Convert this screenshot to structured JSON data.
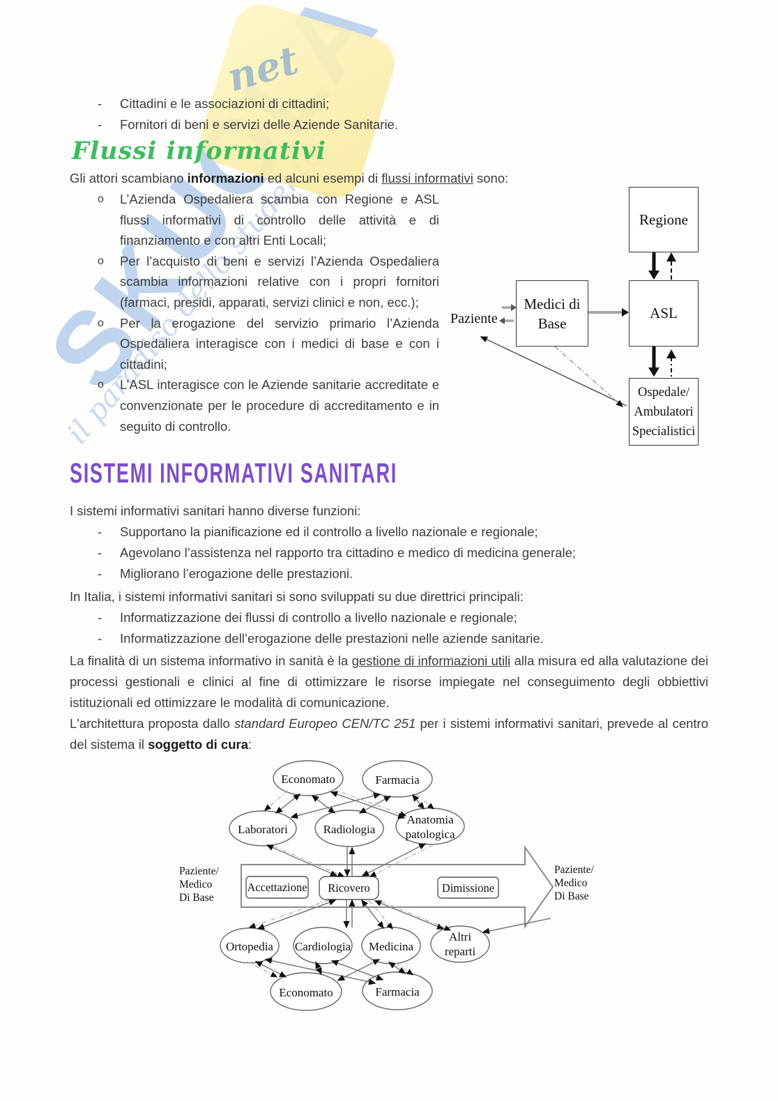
{
  "page": {
    "top_bullets": [
      "Cittadini e le associazioni di cittadini;",
      "Fornitori di beni e servizi delle Aziende Sanitarie."
    ],
    "green_heading": "Flussi informativi",
    "intro": {
      "pre": "Gli attori scambiano ",
      "bold": "informazioni",
      "mid": " ed alcuni esempi di ",
      "underline": "flussi informativi",
      "post": " sono:"
    },
    "flow_items": [
      "L’Azienda Ospedaliera scambia con Regione e ASL flussi informativi di controllo delle attività e di finanziamento e con altri Enti Locali;",
      "Per l’acquisto di beni e servizi l’Azienda Ospedaliera scambia informazioni relative con i propri fornitori (farmaci, presidi, apparati, servizi clinici e non, ecc.);",
      "Per la erogazione del servizio primario l’Azienda Ospedaliera interagisce con i medici di base e con i cittadini;",
      "L’ASL interagisce con le Aziende sanitarie accreditate e convenzionate per le procedure di accreditamento e in seguito di controllo."
    ],
    "purple_heading": "SISTEMI INFORMATIVI SANITARI",
    "p_functions": "I sistemi informativi sanitari hanno diverse funzioni:",
    "functions_list": [
      "Supportano la pianificazione ed il controllo a livello nazionale e regionale;",
      "Agevolano l’assistenza nel rapporto tra cittadino e medico di medicina generale;",
      "Migliorano l’erogazione delle prestazioni."
    ],
    "p_italy": "In Italia, i sistemi informativi sanitari si sono sviluppati su due direttrici principali:",
    "italy_list": [
      "Informatizzazione dei flussi di controllo a livello nazionale e regionale;",
      "Informatizzazione dell’erogazione delle prestazioni nelle aziende sanitarie."
    ],
    "p_finality": {
      "pre": "La finalità di un sistema informativo in sanità è la ",
      "underline": "gestione di informazioni utili",
      "post": " alla misura ed alla valutazione dei processi gestionali e clinici al fine di ottimizzare le risorse impiegate nel conseguimento degli obbiettivi istituzionali ed ottimizzare le modalità di comunicazione."
    },
    "p_architecture": {
      "pre": "L'architettura proposta dallo ",
      "italic": "standard Europeo CEN/TC 251",
      "mid": " per i sistemi informativi sanitari, prevede al centro del sistema il ",
      "bold": "soggetto di cura",
      "post": ":"
    },
    "dash": "-",
    "circle": "o"
  },
  "diagram1": {
    "regione": "Regione",
    "asl": "ASL",
    "medici": [
      "Medici di",
      "Base"
    ],
    "paziente": "Paziente",
    "ospedale": [
      "Ospedale/",
      "Ambulatori",
      "Specialistici"
    ]
  },
  "diagram2": {
    "economato_top": "Economato",
    "farmacia_top": "Farmacia",
    "laboratori": "Laboratori",
    "radiologia": "Radiologia",
    "anatomia": [
      "Anatomia",
      "patologica"
    ],
    "accettazione": "Accettazione",
    "ricovero": "Ricovero",
    "dimissione": "Dimissione",
    "ortopedia": "Ortopedia",
    "cardiologia": "Cardiologia",
    "medicina": "Medicina",
    "altri": [
      "Altri",
      "reparti"
    ],
    "economato_bottom": "Economato",
    "farmacia_bottom": "Farmacia",
    "label_left": [
      "Paziente/",
      "Medico",
      "Di Base"
    ],
    "label_right": [
      "Paziente/",
      "Medico",
      "Di Base"
    ]
  },
  "watermark": {
    "letters": "SKUOLA",
    "accent": "net",
    "tagline": "il paradiso dello studente"
  },
  "colors": {
    "green_heading": "#3dbd5d",
    "purple_heading": "#7d4fc8",
    "watermark_blue": "#8eb2e0",
    "watermark_yellow": "#f8e99c"
  }
}
